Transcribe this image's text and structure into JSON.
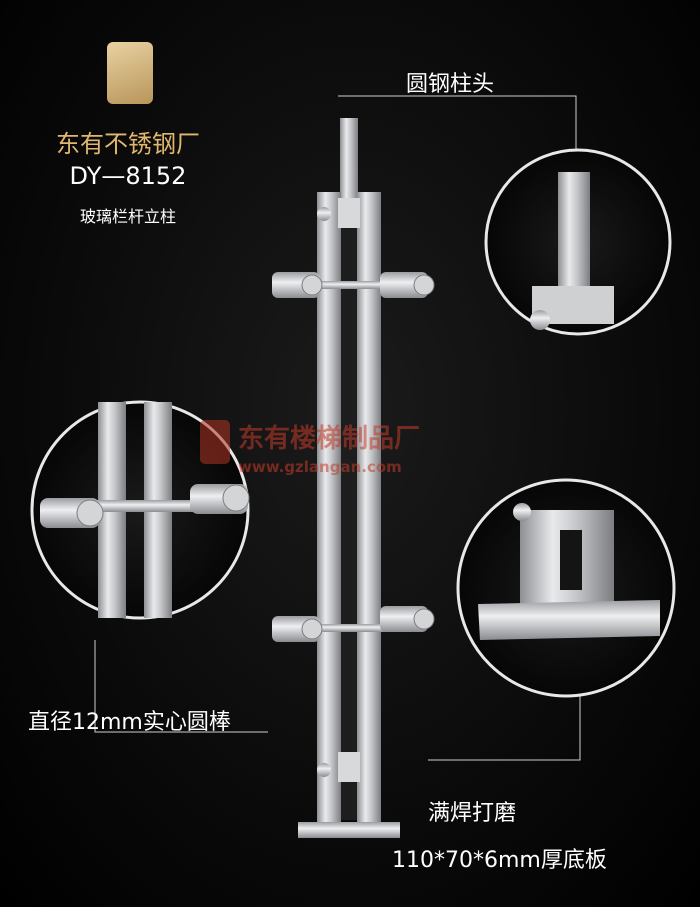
{
  "brand": {
    "company": "东有不锈钢厂",
    "model": "DY—8152",
    "product": "玻璃栏杆立柱"
  },
  "callouts": {
    "post_head": "圆钢柱头",
    "solid_rod": "直径12mm实心圆棒",
    "welding": "满焊打磨",
    "base_plate": "110*70*6mm厚底板"
  },
  "watermark": {
    "name": "东有楼梯制品厂",
    "url": "www.gzlangan.com"
  },
  "colors": {
    "brand_gold": "#e1b76f",
    "watermark_red": "#c43b2a"
  }
}
